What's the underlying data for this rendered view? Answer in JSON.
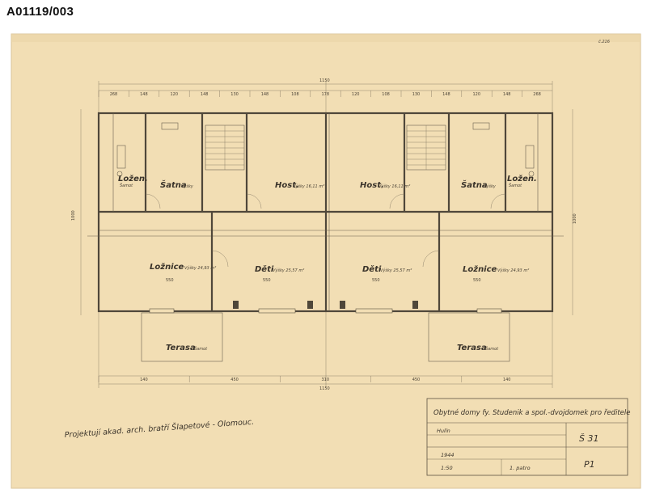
{
  "document": {
    "archive_id": "A01119/003",
    "corner_mark": "č.216"
  },
  "architect_note": "Projektují akad. arch. bratří Šlapetové - Olomouc.",
  "title_block": {
    "title": "Obytné domy fy. Studenik a spol.-dvojdomek pro ředitele",
    "place": "Hulín",
    "year": "1944",
    "scale": "1:50",
    "floor": "1. patro",
    "sheet_number": "Š 31",
    "sheet_code": "P1"
  },
  "rooms": {
    "left": {
      "wc": "Ložen.",
      "wc_sub": "Šamot",
      "closet": "Šatna",
      "closet_sub": "Výšky",
      "guest": "Host.",
      "guest_sub": "Výšky 16,11 m²",
      "bedroom": "Ložnice",
      "bedroom_sub": "Výšky 24,93 m²",
      "kids": "Děti",
      "kids_sub": "Výšky 25,57 m²",
      "terrace": "Terasa",
      "terrace_sub": "Šamot"
    },
    "right": {
      "wc": "Ložen.",
      "wc_sub": "Šamot",
      "closet": "Šatna",
      "closet_sub": "Výšky",
      "guest": "Host.",
      "guest_sub": "Výšky 16,11 m²",
      "bedroom": "Ložnice",
      "bedroom_sub": "Výšky 24,93 m²",
      "kids": "Děti",
      "kids_sub": "Výšky 25,57 m²",
      "terrace": "Terasa",
      "terrace_sub": "Šamot"
    }
  },
  "dimensions": {
    "overall_top": "1150",
    "overall_bottom": "1150",
    "bottom_chain": [
      "140",
      "450",
      "310",
      "450",
      "140"
    ],
    "height_left": "1000",
    "height_right": "1000",
    "mid_spans": [
      "550",
      "550",
      "550",
      "550"
    ],
    "top_chain": [
      "268",
      "148",
      "120",
      "148",
      "130",
      "148",
      "108",
      "178",
      "120",
      "108",
      "130",
      "148",
      "120",
      "148",
      "268"
    ]
  }
}
